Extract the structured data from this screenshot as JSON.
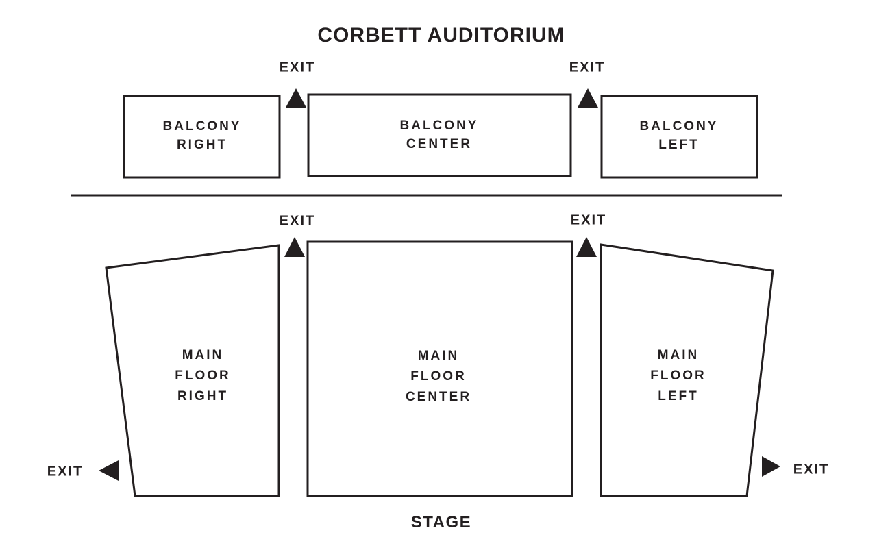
{
  "title": "CORBETT AUDITORIUM",
  "stage_label": "STAGE",
  "sections": {
    "balcony_right": {
      "lines": [
        "BALCONY",
        "RIGHT"
      ]
    },
    "balcony_center": {
      "lines": [
        "BALCONY",
        "CENTER"
      ]
    },
    "balcony_left": {
      "lines": [
        "BALCONY",
        "LEFT"
      ]
    },
    "main_floor_right": {
      "lines": [
        "MAIN",
        "FLOOR",
        "RIGHT"
      ]
    },
    "main_floor_center": {
      "lines": [
        "MAIN",
        "FLOOR",
        "CENTER"
      ]
    },
    "main_floor_left": {
      "lines": [
        "MAIN",
        "FLOOR",
        "LEFT"
      ]
    }
  },
  "exits": [
    {
      "id": "balcony-screen-left",
      "label": "EXIT",
      "arrow_direction": "up"
    },
    {
      "id": "balcony-screen-right",
      "label": "EXIT",
      "arrow_direction": "up"
    },
    {
      "id": "main-floor-screen-left",
      "label": "EXIT",
      "arrow_direction": "up"
    },
    {
      "id": "main-floor-screen-right",
      "label": "EXIT",
      "arrow_direction": "up"
    },
    {
      "id": "side-screen-left",
      "label": "EXIT",
      "arrow_direction": "left"
    },
    {
      "id": "side-screen-right",
      "label": "EXIT",
      "arrow_direction": "right"
    }
  ],
  "colors": {
    "ink": "#231f20",
    "background": "#ffffff"
  }
}
